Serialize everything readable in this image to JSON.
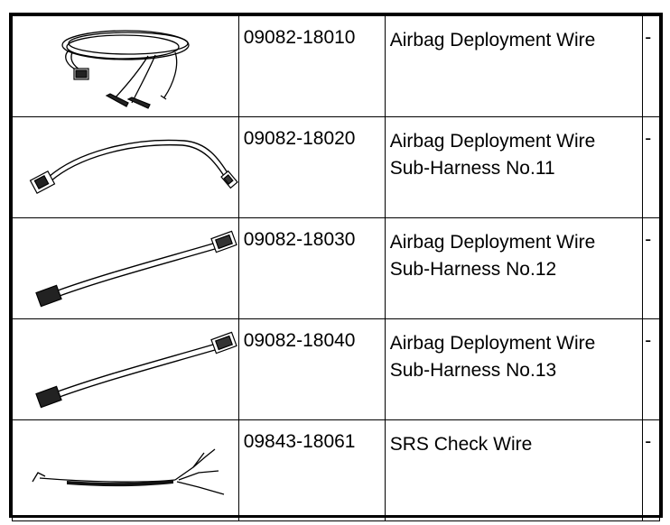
{
  "tools": [
    {
      "part_number": "09082-18010",
      "name_line1": "Airbag Deployment Wire",
      "name_line2": "",
      "mark": "-",
      "illustration": "deployment-wire-coil-illustration"
    },
    {
      "part_number": "09082-18020",
      "name_line1": "Airbag Deployment Wire",
      "name_line2": "Sub-Harness No.11",
      "mark": "-",
      "illustration": "sub-harness-wire-illustration"
    },
    {
      "part_number": "09082-18030",
      "name_line1": "Airbag Deployment Wire",
      "name_line2": "Sub-Harness No.12",
      "mark": "-",
      "illustration": "sub-harness-wire-illustration"
    },
    {
      "part_number": "09082-18040",
      "name_line1": "Airbag Deployment Wire",
      "name_line2": "Sub-Harness No.13",
      "mark": "-",
      "illustration": "sub-harness-wire-illustration"
    },
    {
      "part_number": "09843-18061",
      "name_line1": "SRS Check Wire",
      "name_line2": "",
      "mark": "-",
      "illustration": "check-wire-illustration"
    }
  ]
}
